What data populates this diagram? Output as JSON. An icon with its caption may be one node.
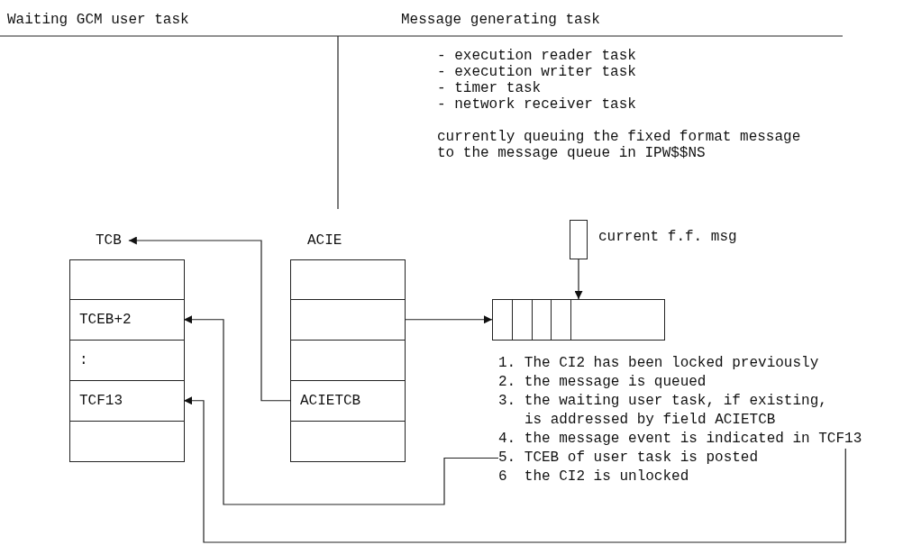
{
  "diagram": {
    "nodes": [
      {
        "text": [
          "TCB"
        ]
      },
      {
        "text": [],
        "shape": "box",
        "in": 0
      },
      {
        "text": [
          "TCEB+2"
        ],
        "in": 0
      },
      {
        "text": [
          ":"
        ],
        "in": 0
      },
      {
        "text": [
          "TCF13"
        ],
        "in": 0
      },
      {
        "text": [],
        "shape": "box",
        "in": 0
      },
      {
        "text": [
          "ACIE"
        ]
      },
      {
        "text": [],
        "shape": "box",
        "in": 6
      },
      {
        "text": [],
        "shape": "box",
        "in": 6
      },
      {
        "text": [],
        "shape": "box",
        "in": 6
      },
      {
        "text": [
          "ACIETCB"
        ],
        "in": 6
      },
      {
        "text": [],
        "shape": "box",
        "in": 6
      },
      {
        "text": [],
        "shape": "box",
        "beside": [
          "current f.f. msg"
        ]
      },
      {
        "text": [],
        "shape": "bar"
      },
      {
        "text": [
          "4. the message event is indicated in TCF13"
        ]
      },
      {
        "text": [
          "5. TCEB of user task is posted"
        ]
      }
    ],
    "edges": [
      {
        "from": 10,
        "to": 0,
        "arrow": "to"
      },
      {
        "from": 8,
        "to": 13,
        "arrow": "to"
      },
      {
        "from": 12,
        "to": 13,
        "arrow": "to"
      },
      {
        "from": 15,
        "to": 2,
        "arrow": "to"
      },
      {
        "from": 14,
        "to": 4,
        "arrow": "to"
      }
    ],
    "labels": [
      "Waiting GCM user task",
      "Message generating task",
      "- execution reader task",
      "- execution writer task",
      "- timer task",
      "- network receiver task",
      "currently queuing the fixed format message to the message queue in IPW$$NS",
      "1. The CI2 has been locked previously",
      "2. the message is queued",
      "3. the waiting user task, if existing, is addressed by field ACIETCB",
      "6  the CI2 is unlocked"
    ]
  }
}
